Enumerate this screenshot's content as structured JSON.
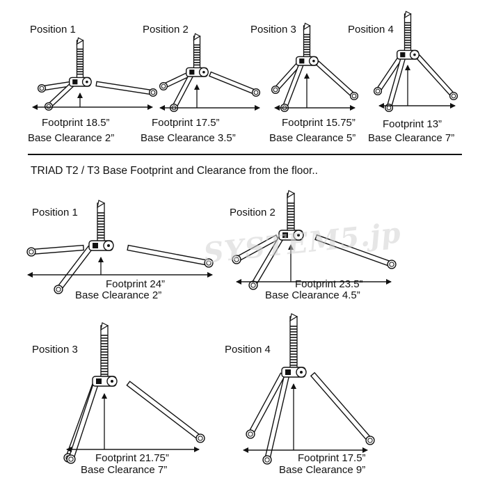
{
  "heading": "TRIAD T2 / T3 Base Footprint and Clearance from the floor..",
  "watermark": "SYSTEM5.jp",
  "top_row": [
    {
      "position": "Position 1",
      "footprint": "Footprint 18.5”",
      "clearance": "Base Clearance 2”"
    },
    {
      "position": "Position 2",
      "footprint": "Footprint 17.5”",
      "clearance": "Base Clearance 3.5”"
    },
    {
      "position": "Position 3",
      "footprint": "Footprint 15.75”",
      "clearance": "Base Clearance 5”"
    },
    {
      "position": "Position 4",
      "footprint": "Footprint 13”",
      "clearance": "Base Clearance 7”"
    }
  ],
  "bottom_grid": [
    {
      "position": "Position 1",
      "footprint": "Footprint 24”",
      "clearance": "Base Clearance 2”"
    },
    {
      "position": "Position 2",
      "footprint": "Footprint 23.5”",
      "clearance": "Base Clearance 4.5”"
    },
    {
      "position": "Position 3",
      "footprint": "Footprint 21.75”",
      "clearance": "Base Clearance 7”"
    },
    {
      "position": "Position 4",
      "footprint": "Footprint 17.5”",
      "clearance": "Base Clearance 9”"
    }
  ]
}
